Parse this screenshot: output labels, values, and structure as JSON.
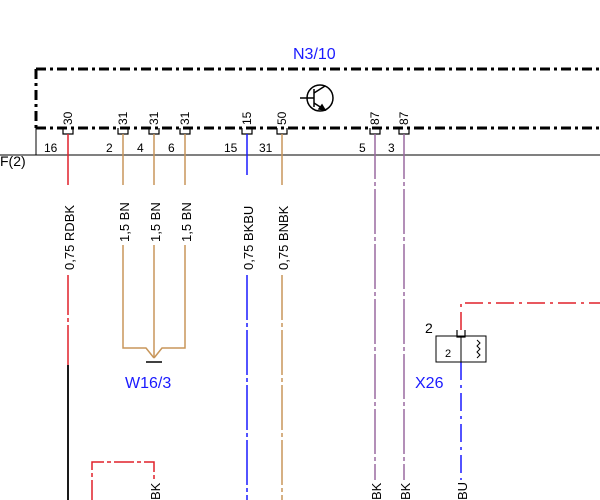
{
  "module": {
    "label": "N3/10",
    "connector": "F(2)"
  },
  "module_pins": [
    "30",
    "31",
    "31",
    "31",
    "15",
    "50",
    "87",
    "87"
  ],
  "connector_pins": [
    "16",
    "2",
    "4",
    "6",
    "15",
    "31",
    "5",
    "3"
  ],
  "wires": [
    "0,75 RDBK",
    "1,5 BN",
    "1,5 BN",
    "1,5 BN",
    "0,75 BKBU",
    "0,75 BNBK"
  ],
  "ground": {
    "label": "W16/3"
  },
  "x26": {
    "label": "X26",
    "pin_outer": "2",
    "pin_inner": "2"
  },
  "bottom_wires": [
    "BK",
    "BK",
    "BK",
    "BU"
  ],
  "colors": {
    "red": "#e0202a",
    "brown": "#c8965a",
    "blue": "#1a1aff",
    "black": "#000000",
    "label_blue": "#1a1aff"
  }
}
